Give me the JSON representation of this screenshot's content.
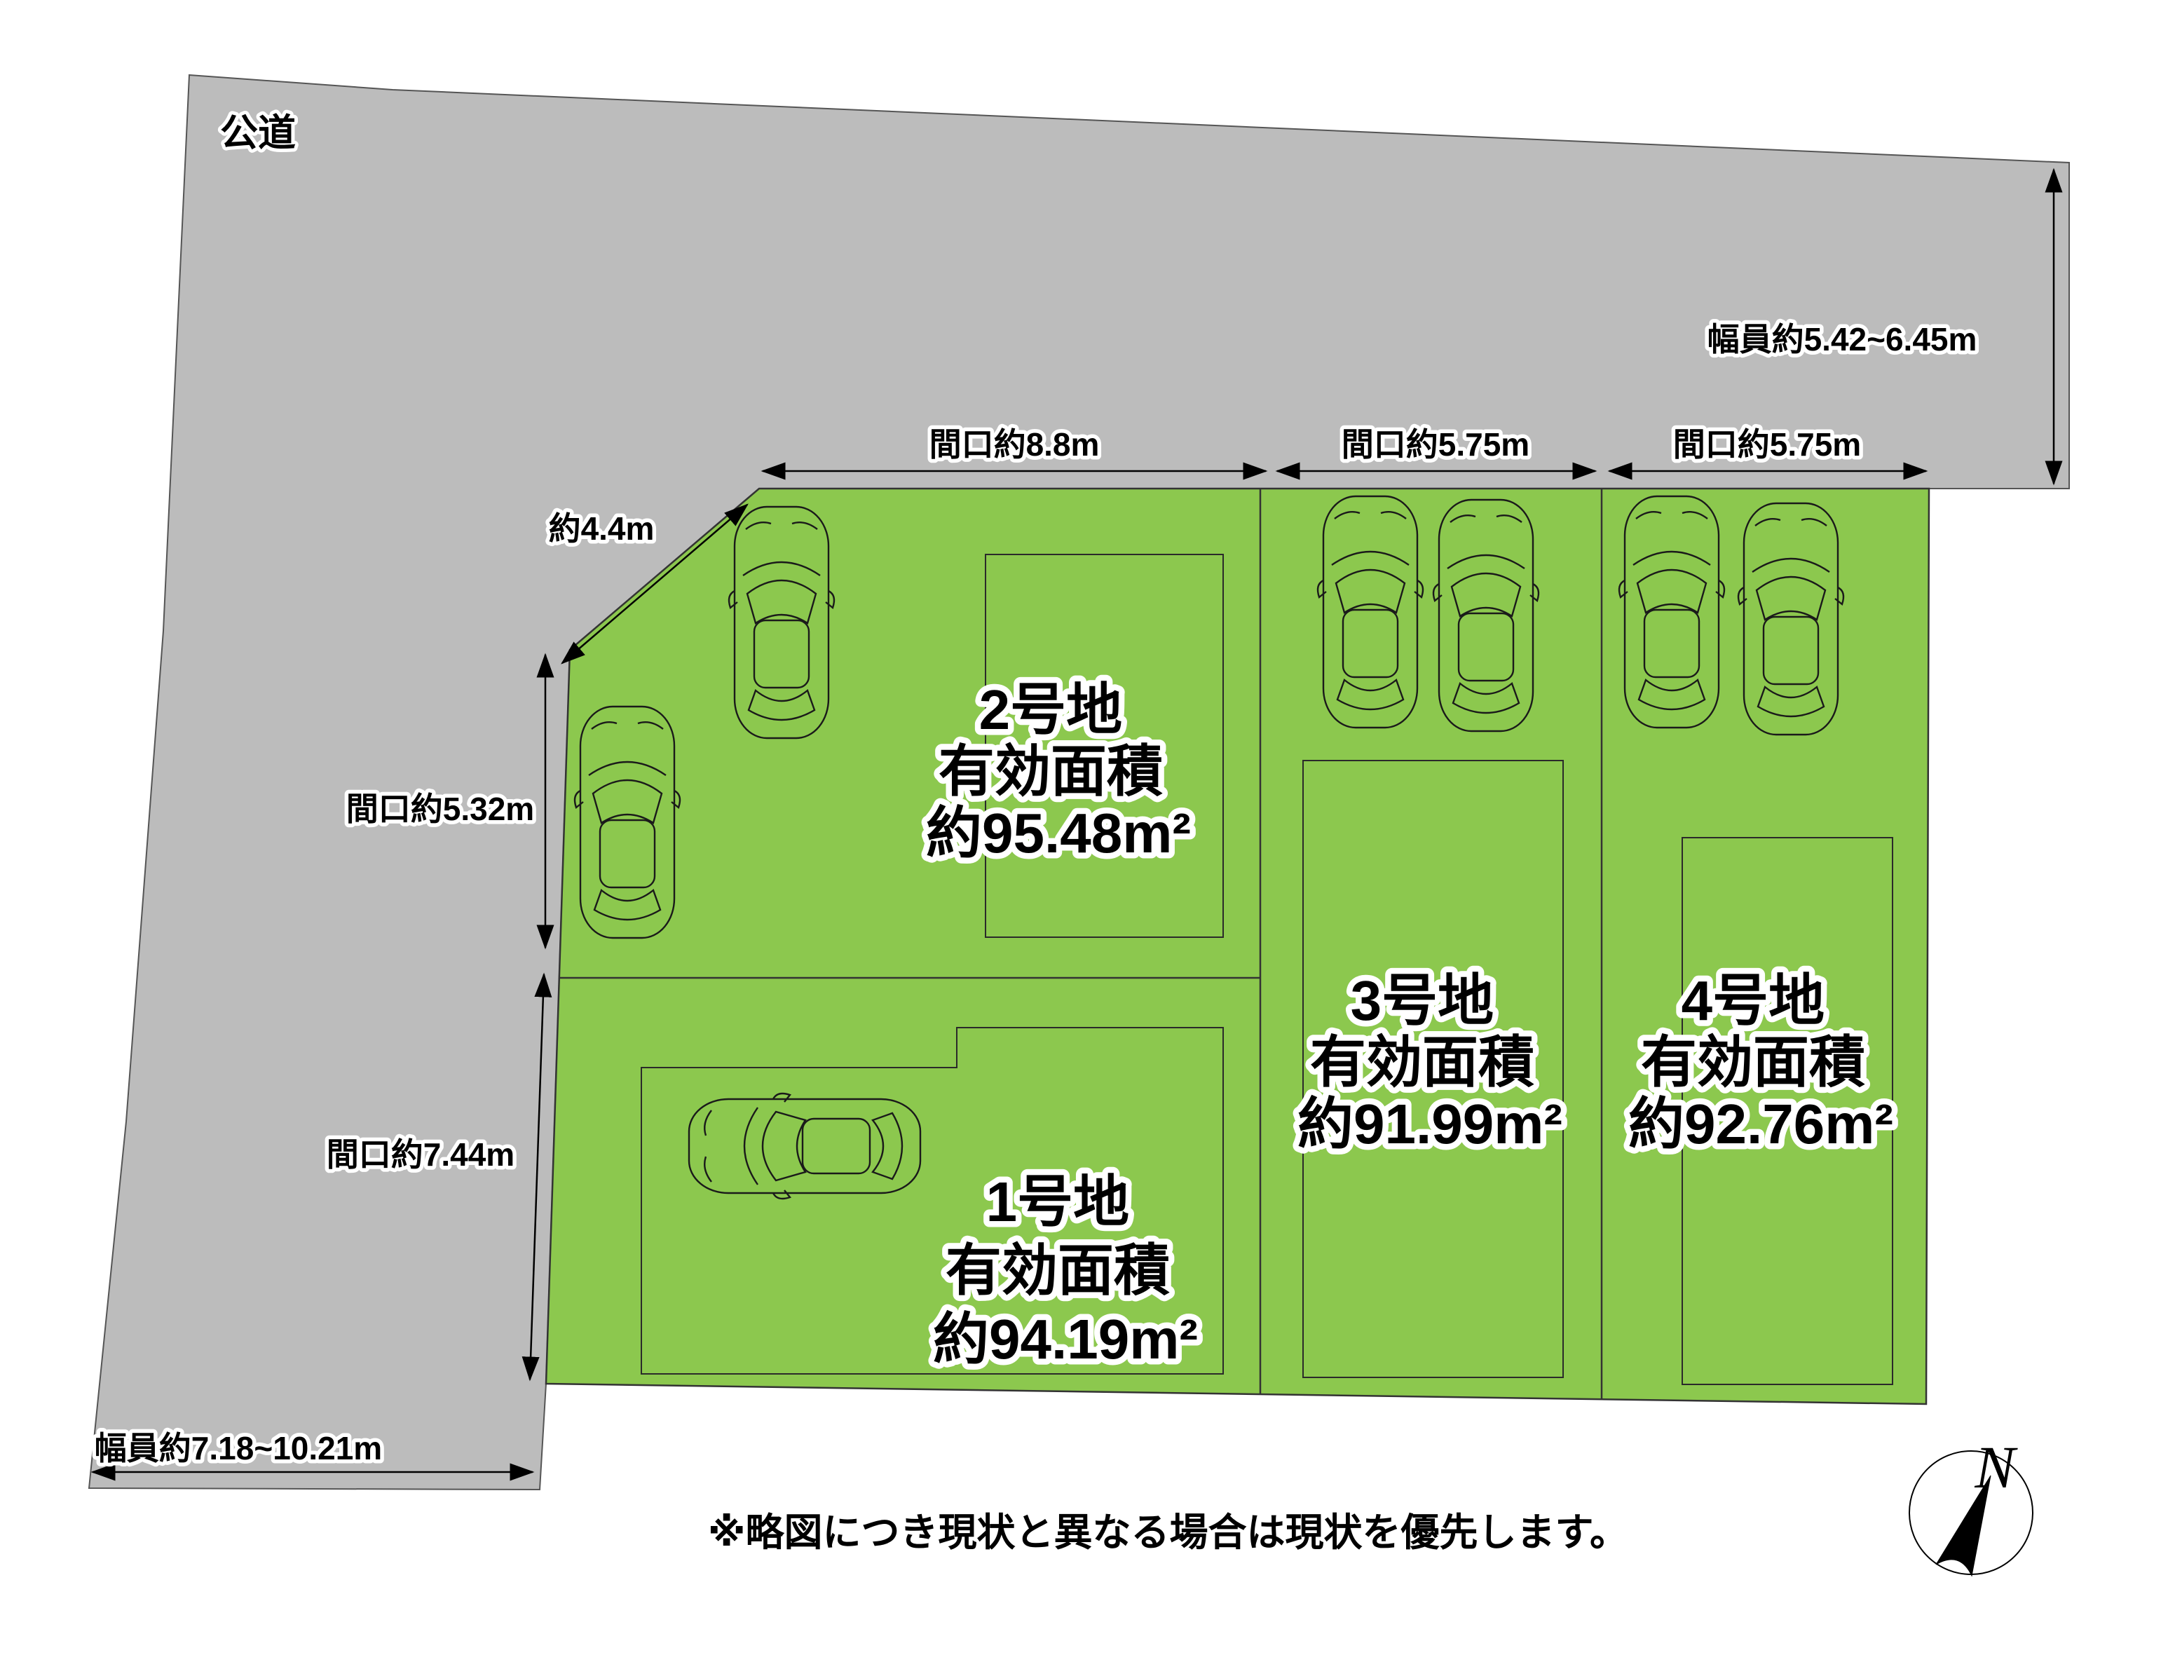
{
  "road": {
    "label": "公道",
    "right_width": "幅員約5.42~6.45m",
    "bottom_width": "幅員約7.18~10.21m",
    "diagonal_len": "約4.4m"
  },
  "frontages": {
    "lot2_top": "間口約8.8m",
    "lot3_top": "間口約5.75m",
    "lot4_top": "間口約5.75m",
    "lot2_left": "間口約5.32m",
    "lot1_left": "間口約7.44m"
  },
  "lots": [
    {
      "name": "1号地",
      "area_label": "有効面積",
      "area": "約94.19m²"
    },
    {
      "name": "2号地",
      "area_label": "有効面積",
      "area": "約95.48m²"
    },
    {
      "name": "3号地",
      "area_label": "有効面積",
      "area": "約91.99m²"
    },
    {
      "name": "4号地",
      "area_label": "有効面積",
      "area": "約92.76m²"
    }
  ],
  "compass": {
    "north": "N"
  },
  "footnote": "※略図につき現状と異なる場合は現状を優先します。",
  "colors": {
    "lot_green": "#8CC84E",
    "road_gray": "#BCBCBC",
    "outline": "#333333"
  }
}
